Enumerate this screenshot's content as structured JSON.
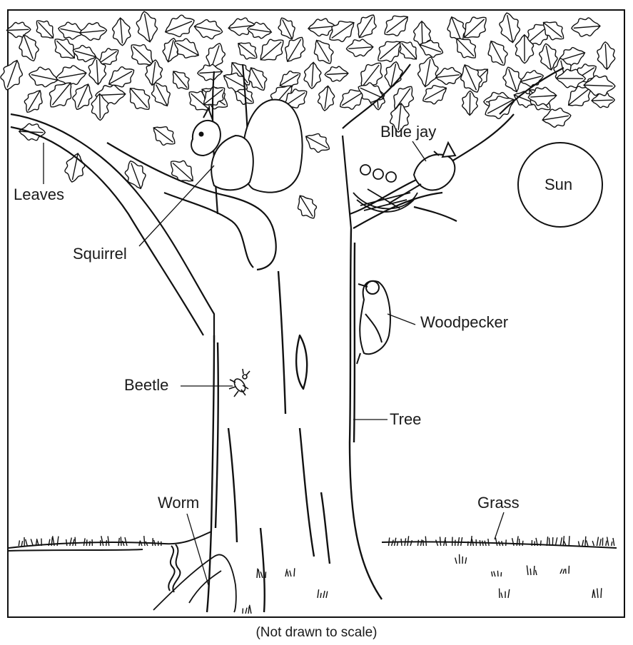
{
  "labels": {
    "leaves": "Leaves",
    "squirrel": "Squirrel",
    "blue_jay": "Blue jay",
    "sun": "Sun",
    "woodpecker": "Woodpecker",
    "beetle": "Beetle",
    "tree": "Tree",
    "worm": "Worm",
    "grass": "Grass"
  },
  "caption": "(Not drawn to scale)"
}
